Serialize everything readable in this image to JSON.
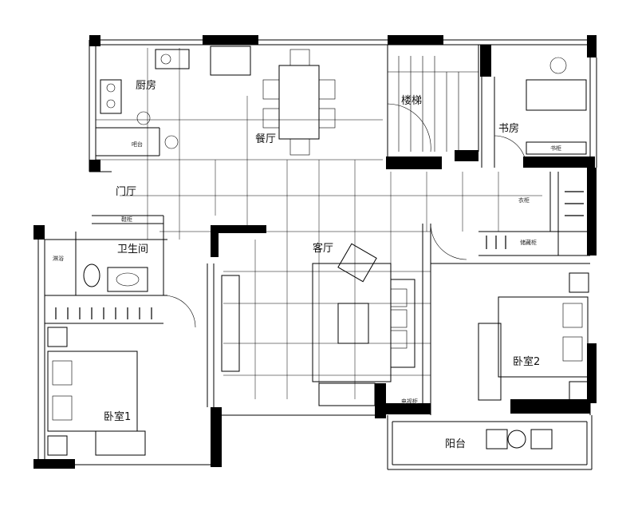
{
  "rooms": {
    "kitchen": "厨房",
    "dining": "餐厅",
    "stairs": "楼梯",
    "study": "书房",
    "foyer": "门厅",
    "bathroom": "卫生间",
    "living": "客厅",
    "bedroom1": "卧室1",
    "bedroom2": "卧室2",
    "balcony": "阳台"
  },
  "fixtures": {
    "counter": "吧台",
    "shoe_cabinet": "鞋柜",
    "shower": "淋浴",
    "bookcase": "书柜",
    "tv_cabinet": "电视柜",
    "wardrobe": "衣柜",
    "clothes_closet": "储藏柜"
  },
  "colors": {
    "wall": "#000000",
    "line": "#000000",
    "background": "#ffffff"
  }
}
